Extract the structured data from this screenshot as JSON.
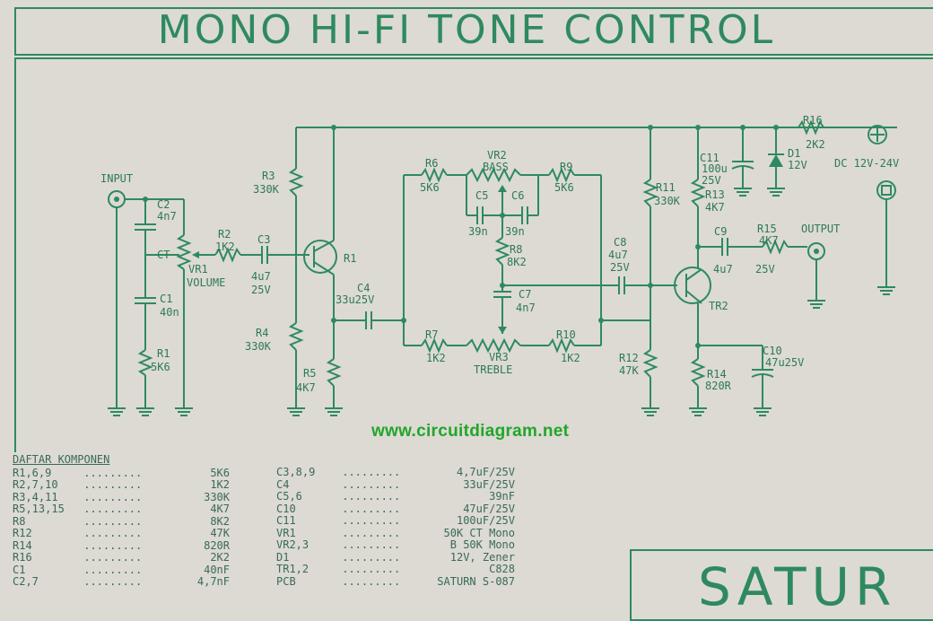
{
  "title": "MONO HI-FI TONE CONTROL",
  "watermark": "www.circuitdiagram.net",
  "brand": "SATUR",
  "colors": {
    "ink": "#2e8a5e",
    "paper": "#dcdad3",
    "watermark": "#22a52a"
  },
  "labels": {
    "input": "INPUT",
    "output": "OUTPUT",
    "dc": "DC 12V-24V",
    "c2": "C2",
    "c2v": "4n7",
    "c1": "C1",
    "c1v": "40n",
    "ct": "CT",
    "vr1": "VR1",
    "volume": "VOLUME",
    "r1": "R1",
    "r1v": "5K6",
    "r2": "R2",
    "r2v": "1K2",
    "c3": "C3",
    "c3v": "4u7",
    "c3v2": "25V",
    "r3": "R3",
    "r3v": "330K",
    "r4": "R4",
    "r4v": "330K",
    "r5": "R5",
    "r5v": "4K7",
    "tr1": "R1",
    "c4": "C4",
    "c4v": "33u25V",
    "r6": "R6",
    "r6v": "5K6",
    "vr2": "VR2",
    "bass": "BASS",
    "r9": "R9",
    "r9v": "5K6",
    "c5": "C5",
    "c6": "C6",
    "c5v": "39n",
    "c6v": "39n",
    "r8": "R8",
    "r8v": "8K2",
    "c7": "C7",
    "c7v": "4n7",
    "r7": "R7",
    "r7v": "1K2",
    "vr3": "VR3",
    "treble": "TREBLE",
    "r10": "R10",
    "r10v": "1K2",
    "c8": "C8",
    "c8v": "4u7",
    "c8v2": "25V",
    "r11": "R11",
    "r11v": "330K",
    "c11": "C11",
    "c11v": "100u",
    "c11v2": "25V",
    "r13": "R13",
    "r13v": "4K7",
    "r16": "R16",
    "r16v": "2K2",
    "d1": "D1",
    "d1v": "12V",
    "c9": "C9",
    "c9v": "4u7",
    "r15": "R15",
    "r15v": "4K7",
    "v25": "25V",
    "tr2": "TR2",
    "r12": "R12",
    "r12v": "47K",
    "r14": "R14",
    "r14v": "820R",
    "c10": "C10",
    "c10v": "47u25V"
  },
  "parts_title": "DAFTAR KOMPONEN",
  "parts_left": [
    {
      "k": "R1,6,9",
      "v": "5K6"
    },
    {
      "k": "R2,7,10",
      "v": "1K2"
    },
    {
      "k": "R3,4,11",
      "v": "330K"
    },
    {
      "k": "R5,13,15",
      "v": "4K7"
    },
    {
      "k": "R8",
      "v": "8K2"
    },
    {
      "k": "R12",
      "v": "47K"
    },
    {
      "k": "R14",
      "v": "820R"
    },
    {
      "k": "R16",
      "v": "2K2"
    },
    {
      "k": "C1",
      "v": "40nF"
    },
    {
      "k": "C2,7",
      "v": "4,7nF"
    }
  ],
  "parts_right": [
    {
      "k": "C3,8,9",
      "v": "4,7uF/25V"
    },
    {
      "k": "C4",
      "v": "33uF/25V"
    },
    {
      "k": "C5,6",
      "v": "39nF"
    },
    {
      "k": "C10",
      "v": "47uF/25V"
    },
    {
      "k": "C11",
      "v": "100uF/25V"
    },
    {
      "k": "VR1",
      "v": "50K CT Mono"
    },
    {
      "k": "VR2,3",
      "v": "B 50K Mono"
    },
    {
      "k": "D1",
      "v": "12V, Zener"
    },
    {
      "k": "TR1,2",
      "v": "C828"
    },
    {
      "k": "PCB",
      "v": "SATURN S-087"
    }
  ]
}
